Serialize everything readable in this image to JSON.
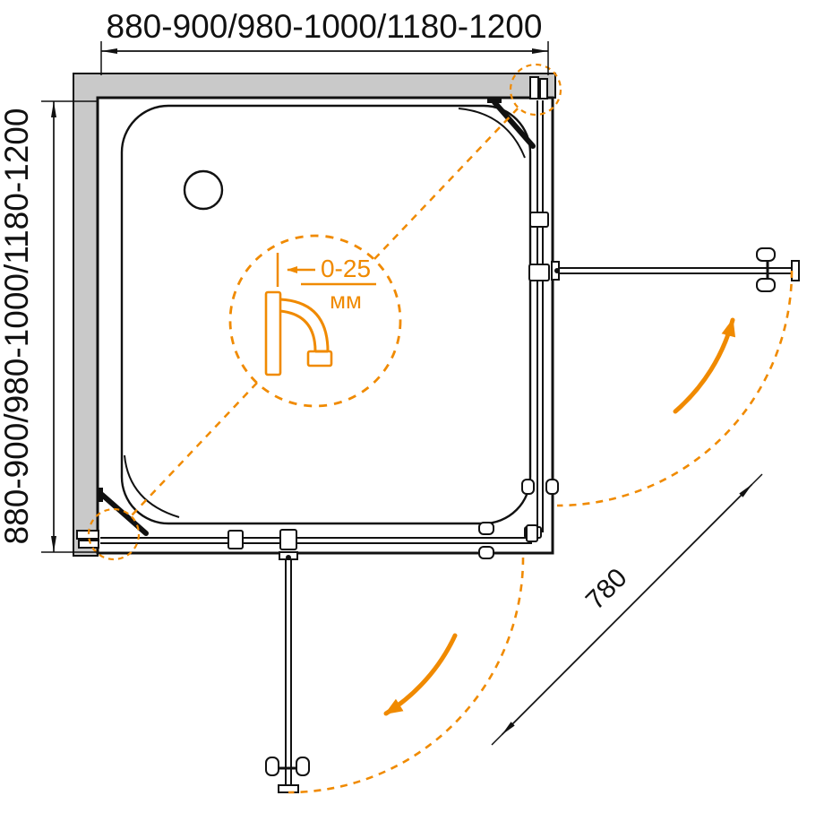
{
  "drawing": {
    "title": "shower-enclosure-plan-drawing",
    "width_range_label": "880-900/980-1000/1180-1200",
    "depth_range_label": "880-900/980-1000/1180-1200",
    "entry_width_label": "780",
    "adjustment_range_label": "0-25",
    "adjustment_unit_label": "мм"
  },
  "colors": {
    "accent_orange": "#F08A00",
    "line_black": "#111111",
    "wall_gray": "#C9C9C9",
    "background": "#FFFFFF"
  }
}
